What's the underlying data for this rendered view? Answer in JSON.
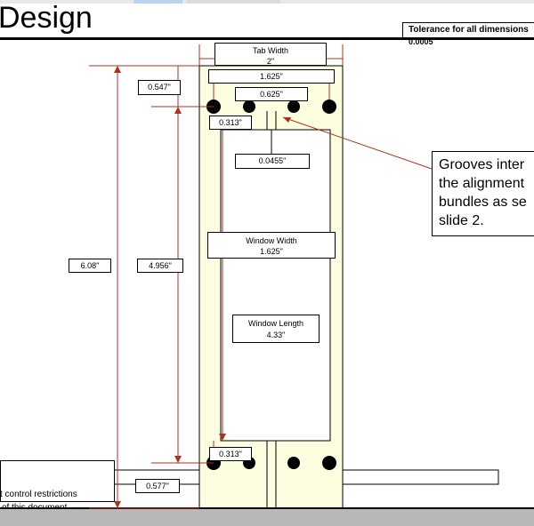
{
  "header": {
    "title": "Design",
    "tolerance_label": "Tolerance  for  all  dimensions",
    "tolerance_value": "0.0005"
  },
  "dimensions": {
    "tab_width_label": "Tab  Width",
    "tab_width_value": "2\"",
    "slot_span": "1.625\"",
    "slot_spacing": "0.625\"",
    "hole_offset_top": "0.547\"",
    "hole_margin_top": "0.313\"",
    "groove_width": "0.0455\"",
    "window_width_label": "Window  Width",
    "window_width_value": "1.625\"",
    "window_length_label": "Window  Length",
    "window_length_value": "4.33\"",
    "total_length": "6.08\"",
    "inner_length": "4.956\"",
    "hole_margin_bottom": "0.313\"",
    "hole_offset_bottom": "0.577\""
  },
  "callout": {
    "lines": [
      "Grooves inter",
      "the alignment",
      "bundles as se",
      "slide 2."
    ]
  },
  "footer": {
    "line1": "t control restrictions",
    "line2": "of this document."
  },
  "colors": {
    "fixture_fill": "#fdfde0",
    "dimension_line": "#b03020",
    "outline": "#000000"
  }
}
